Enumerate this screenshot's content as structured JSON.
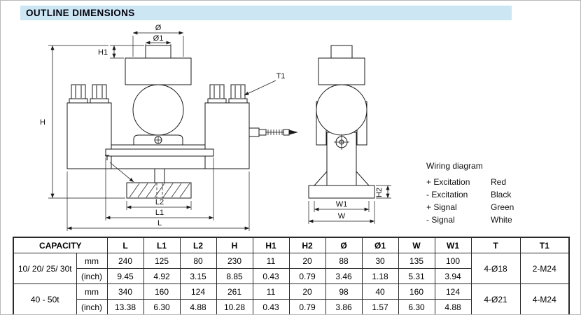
{
  "page": {
    "title": "OUTLINE DIMENSIONS"
  },
  "drawing": {
    "labels": {
      "dia": "Ø",
      "dia1": "Ø1",
      "h": "H",
      "h1": "H1",
      "h2": "H2",
      "t": "T",
      "t1": "T1",
      "l": "L",
      "l1": "L1",
      "l2": "L2",
      "w": "W",
      "w1": "W1"
    }
  },
  "wiring": {
    "title": "Wiring diagram",
    "rows": [
      {
        "label": "+ Excitation",
        "value": "Red"
      },
      {
        "label": "- Excitation",
        "value": "Black"
      },
      {
        "label": "+ Signal",
        "value": "Green"
      },
      {
        "label": "- Signal",
        "value": "White"
      }
    ]
  },
  "table": {
    "capacity_header": "CAPACITY",
    "columns": [
      "L",
      "L1",
      "L2",
      "H",
      "H1",
      "H2",
      "Ø",
      "Ø1",
      "W",
      "W1",
      "T",
      "T1"
    ],
    "rows": [
      {
        "capacity": "10/ 20/ 25/ 30t",
        "t": "4-Ø18",
        "t1": "2-M24",
        "units": [
          {
            "unit": "mm",
            "values": [
              "240",
              "125",
              "80",
              "230",
              "11",
              "20",
              "88",
              "30",
              "135",
              "100"
            ]
          },
          {
            "unit": "(inch)",
            "values": [
              "9.45",
              "4.92",
              "3.15",
              "8.85",
              "0.43",
              "0.79",
              "3.46",
              "1.18",
              "5.31",
              "3.94"
            ]
          }
        ]
      },
      {
        "capacity": "40 - 50t",
        "t": "4-Ø21",
        "t1": "4-M24",
        "units": [
          {
            "unit": "mm",
            "values": [
              "340",
              "160",
              "124",
              "261",
              "11",
              "20",
              "98",
              "40",
              "160",
              "124"
            ]
          },
          {
            "unit": "(inch)",
            "values": [
              "13.38",
              "6.30",
              "4.88",
              "10.28",
              "0.43",
              "0.79",
              "3.86",
              "1.57",
              "6.30",
              "4.88"
            ]
          }
        ]
      }
    ]
  }
}
